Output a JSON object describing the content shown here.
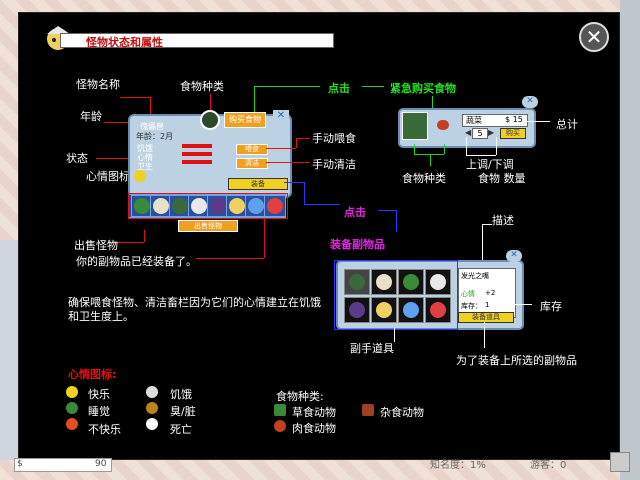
{
  "title": "怪物状态和属性",
  "labels": {
    "monster_name": "怪物名称",
    "food_type_top": "食物种类",
    "age": "年龄",
    "status": "状态",
    "mood_icon": "心情图标",
    "click1": "点击",
    "emergency_buy": "紧急购买食物",
    "manual_feed": "手动喂食",
    "manual_clean": "手动清洁",
    "click2": "点击",
    "equip_items": "装备副物品",
    "sell_monster": "出售怪物",
    "item_equipped": "你的副物品已经装备了。",
    "food_type_2": "食物种类",
    "up_down": "上调/下调",
    "food_qty": "食物  数量",
    "total": "总计",
    "describe": "描述",
    "stock": "库存",
    "sub_items": "副手道具",
    "to_equip": "为了装备上所选的副物品",
    "advice": "确保喂食怪物、清洁畜栏因为它们的心情建立在饥饿和卫生度上。"
  },
  "card": {
    "name": "傀儡兽",
    "age_label": "年龄：2月",
    "hunger": "饥饿",
    "mood": "心情",
    "hygiene": "卫生",
    "buy_food": "购买食物",
    "feed_btn": "喂食",
    "clean_btn": "清洁",
    "equip_btn": "装备",
    "sell_btn": "出售怪物"
  },
  "buy_box": {
    "item": "蔬菜",
    "price": "$ 15",
    "qty": "5",
    "buy_btn": "购买"
  },
  "equip_box": {
    "item_name": "发光之嘴",
    "mood_label": "心情",
    "mood_val": "+2",
    "stock_label": "库存：",
    "stock_val": "1",
    "equip_btn": "装备道具"
  },
  "legend": {
    "mood_title": "心情图标:",
    "happy": "快乐",
    "hungry": "饥饿",
    "sleep": "睡觉",
    "dirty": "臭/脏",
    "unhappy": "不快乐",
    "dead": "死亡",
    "food_title": "食物种类:",
    "herbivore": "草食动物",
    "omnivore": "杂食动物",
    "carnivore": "肉食动物"
  },
  "status_bar": {
    "money": "90",
    "fame": "知名度：1%",
    "visitors": "游客：0"
  },
  "colors": {
    "red": "#e01010",
    "green": "#23e023",
    "blue": "#3030ff",
    "magenta": "#e028e0"
  }
}
